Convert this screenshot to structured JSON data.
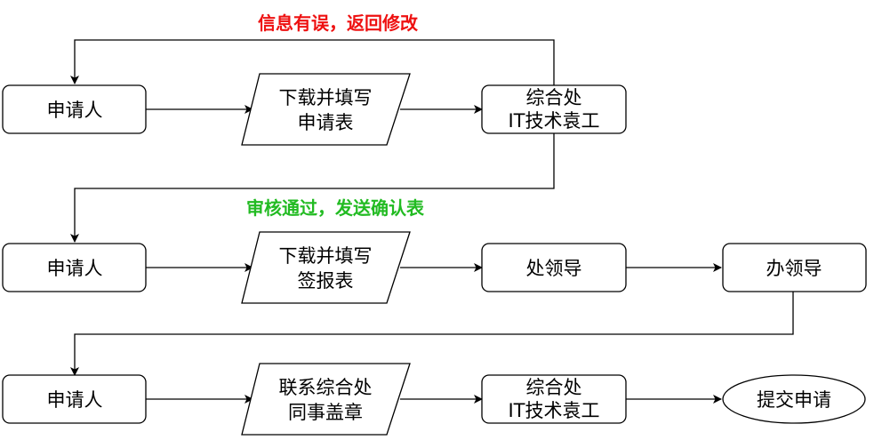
{
  "flow_labels": {
    "top": "信息有误，返回修改",
    "middle": "审核通过，发送确认表"
  },
  "colors": {
    "label_error": "#ee1111",
    "label_success": "#22bb22",
    "stroke": "#000000"
  },
  "row1": {
    "applicant": "申请人",
    "form": [
      "下载并填写",
      "申请表"
    ],
    "reviewer": [
      "综合处",
      "IT技术袁工"
    ]
  },
  "row2": {
    "applicant": "申请人",
    "form": [
      "下载并填写",
      "签报表"
    ],
    "dept_leader": "处领导",
    "office_leader": "办领导"
  },
  "row3": {
    "applicant": "申请人",
    "contact": [
      "联系综合处",
      "同事盖章"
    ],
    "reviewer": [
      "综合处",
      "IT技术袁工"
    ],
    "submit": "提交申请"
  }
}
